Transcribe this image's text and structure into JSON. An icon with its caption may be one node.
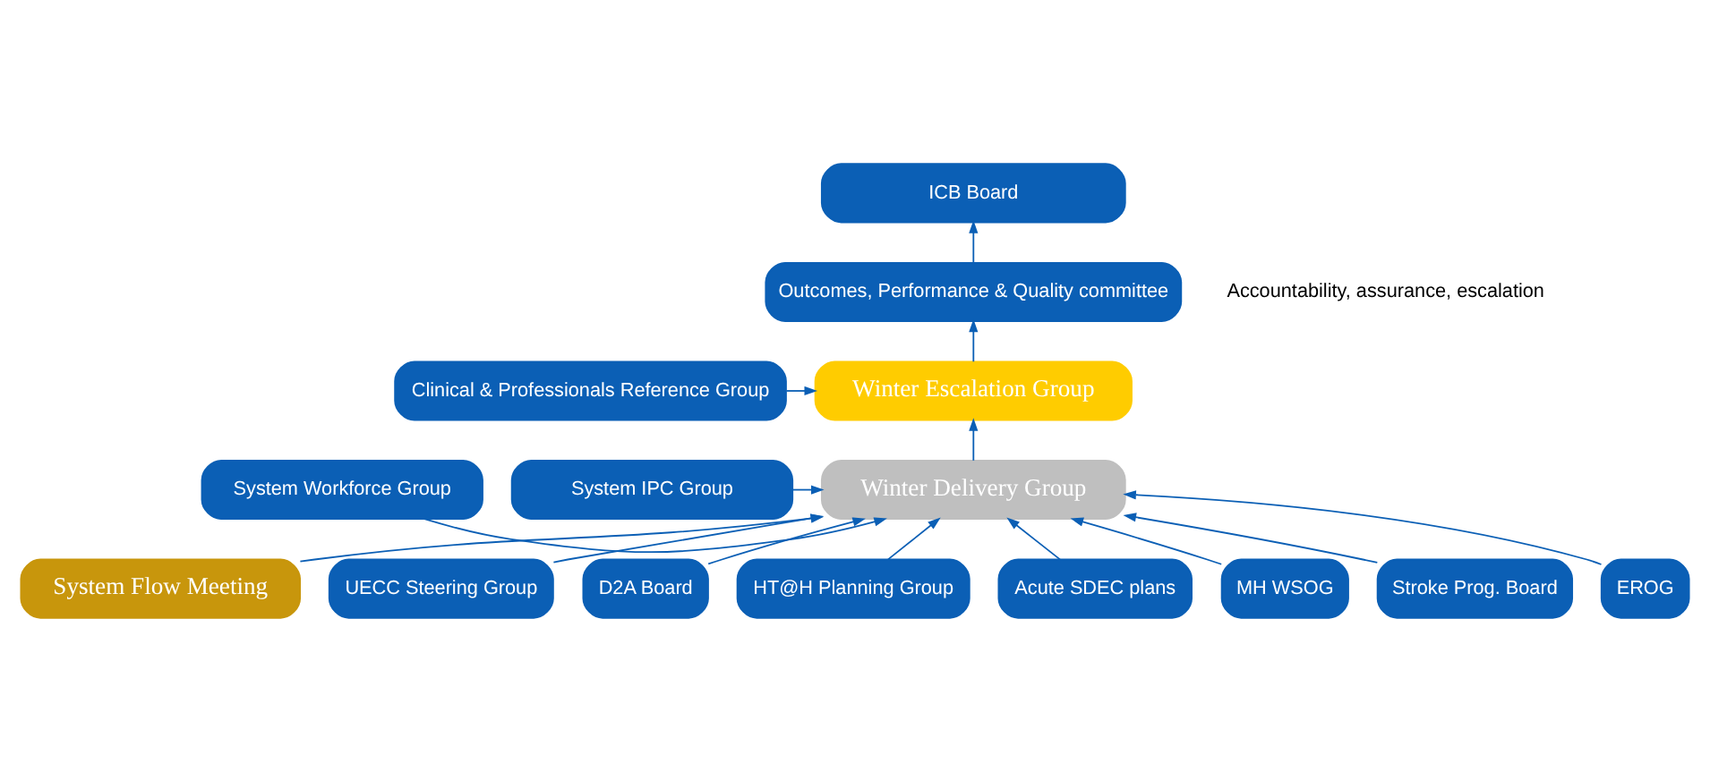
{
  "diagram": {
    "nodes": [
      {
        "text": [
          "ICB Board"
        ]
      },
      {
        "text": [
          "Outcomes, Performance & Quality committee"
        ]
      },
      {
        "text": [
          "Winter Escalation Group"
        ]
      },
      {
        "text": [
          "Clinical & Professionals Reference Group"
        ]
      },
      {
        "text": [
          "System Workforce Group"
        ]
      },
      {
        "text": [
          "Winter Delivery Group"
        ]
      },
      {
        "text": [
          "System IPC Group"
        ]
      },
      {
        "text": [
          "System Flow Meeting"
        ]
      },
      {
        "text": [
          "UECC Steering Group"
        ]
      },
      {
        "text": [
          "D2A Board"
        ]
      },
      {
        "text": [
          "HT@H Planning Group"
        ]
      },
      {
        "text": [
          "Acute SDEC plans"
        ]
      },
      {
        "text": [
          "MH WSOG"
        ]
      },
      {
        "text": [
          "Stroke Prog. Board"
        ]
      },
      {
        "text": [
          "EROG"
        ]
      }
    ],
    "edges": [
      {
        "from": 1,
        "to": 0,
        "arrow": "to"
      },
      {
        "from": 2,
        "to": 1,
        "arrow": "to"
      },
      {
        "from": 3,
        "to": 2,
        "arrow": "to"
      },
      {
        "from": 5,
        "to": 2,
        "arrow": "to"
      },
      {
        "from": 4,
        "to": 5,
        "arrow": "to"
      },
      {
        "from": 6,
        "to": 5,
        "arrow": "to"
      },
      {
        "from": 7,
        "to": 5,
        "arrow": "to"
      },
      {
        "from": 8,
        "to": 5,
        "arrow": "to"
      },
      {
        "from": 9,
        "to": 5,
        "arrow": "to"
      },
      {
        "from": 10,
        "to": 5,
        "arrow": "to"
      },
      {
        "from": 11,
        "to": 5,
        "arrow": "to"
      },
      {
        "from": 12,
        "to": 5,
        "arrow": "to"
      },
      {
        "from": 13,
        "to": 5,
        "arrow": "to"
      },
      {
        "from": 14,
        "to": 5,
        "arrow": "to"
      }
    ],
    "labels": [
      "Accountability, assurance, escalation"
    ]
  }
}
